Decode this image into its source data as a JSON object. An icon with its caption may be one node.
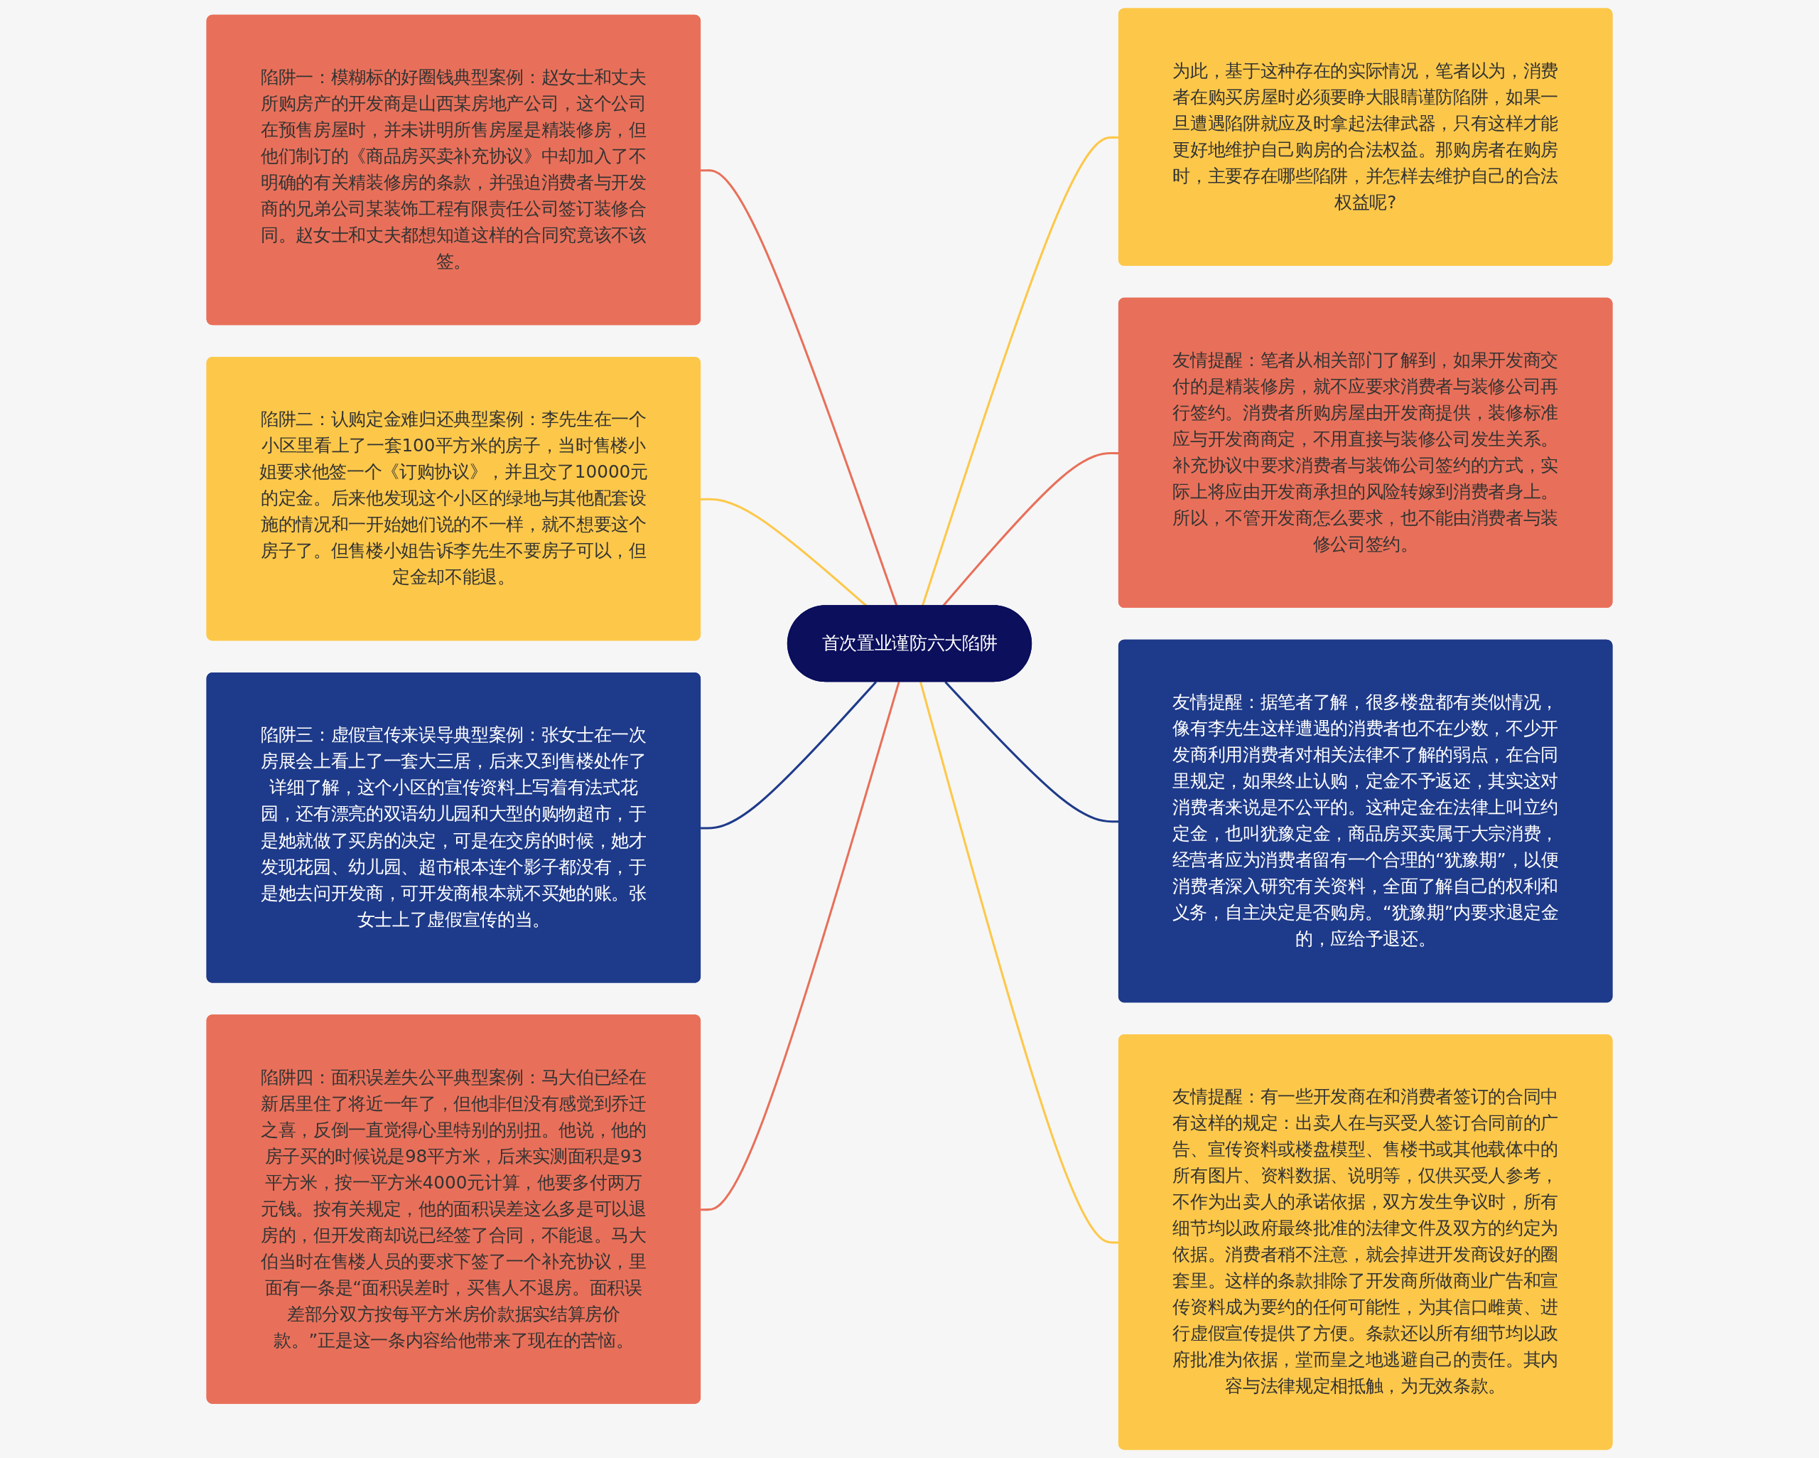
{
  "diagram": {
    "nodes": [
      {
        "text": [
          "首次置业谨防六大陷阱"
        ]
      },
      {
        "text": [
          "陷阱一：模糊标的好圈钱典型案例：赵女士和丈夫所购房产的开发商是山西某房地产公司，这个公司在预售房屋时，并未讲明所售房屋是精装修房，但他们制订的《商品房买卖补充协议》中却加入了不明确的有关精装修房的条款，并强迫消费者与开发商的兄弟公司某装饰工程有限责任公司签订装修合同。赵女士和丈夫都想知道这样的合同究竟该不该签。"
        ]
      },
      {
        "text": [
          "陷阱二：认购定金难归还典型案例：李先生在一个小区里看上了一套100平方米的房子，当时售楼小姐要求他签一个《订购协议》，并且交了10000元的定金。后来他发现这个小区的绿地与其他配套设施的情况和一开始她们说的不一样，就不想要这个房子了。但售楼小姐告诉李先生不要房子可以，但定金却不能退。"
        ]
      },
      {
        "text": [
          "陷阱三：虚假宣传来误导典型案例：张女士在一次房展会上看上了一套大三居，后来又到售楼处作了详细了解，这个小区的宣传资料上写着有法式花园，还有漂亮的双语幼儿园和大型的购物超市，于是她就做了买房的决定，可是在交房的时候，她才发现花园、幼儿园、超市根本连个影子都没有，于是她去问开发商，可开发商根本就不买她的账。张女士上了虚假宣传的当。"
        ]
      },
      {
        "text": [
          "陷阱四：面积误差失公平典型案例：马大伯已经在新居里住了将近一年了，但他非但没有感觉到乔迁之喜，反倒一直觉得心里特别的别扭。他说，他的房子买的时候说是98平方米，后来实测面积是93平方米，按一平方米4000元计算，他要多付两万元钱。按有关规定，他的面积误差这么多是可以退房的，但开发商却说已经签了合同，不能退。马大伯当时在售楼人员的要求下签了一个补充协议，里面有一条是“面积误差时，买售人不退房。面积误差部分双方按每平方米房价款据实结算房价款。”正是这一条内容给他带来了现在的苦恼。"
        ]
      },
      {
        "text": [
          "为此，基于这种存在的实际情况，笔者以为，消费者在购买房屋时必须要睁大眼睛谨防陷阱，如果一旦遭遇陷阱就应及时拿起法律武器，只有这样才能更好地维护自己购房的合法权益。那购房者在购房时，主要存在哪些陷阱，并怎样去维护自己的合法权益呢?"
        ]
      },
      {
        "text": [
          "友情提醒：笔者从相关部门了解到，如果开发商交付的是精装修房，就不应要求消费者与装修公司再行签约。消费者所购房屋由开发商提供，装修标准应与开发商商定，不用直接与装修公司发生关系。补充协议中要求消费者与装饰公司签约的方式，实际上将应由开发商承担的风险转嫁到消费者身上。所以，不管开发商怎么要求，也不能由消费者与装修公司签约。"
        ]
      },
      {
        "text": [
          "友情提醒：据笔者了解，很多楼盘都有类似情况，像有李先生这样遭遇的消费者也不在少数，不少开发商利用消费者对相关法律不了解的弱点，在合同里规定，如果终止认购，定金不予返还，其实这对消费者来说是不公平的。这种定金在法律上叫立约定金，也叫犹豫定金，商品房买卖属于大宗消费，经营者应为消费者留有一个合理的“犹豫期”，以便消费者深入研究有关资料，全面了解自己的权利和义务，自主决定是否购房。“犹豫期”内要求退定金的，应给予退还。"
        ]
      },
      {
        "text": [
          "友情提醒：有一些开发商在和消费者签订的合同中有这样的规定：出卖人在与买受人签订合同前的广告、宣传资料或楼盘模型、售楼书或其他载体中的所有图片、资料数据、说明等，仅供买受人参考，不作为出卖人的承诺依据，双方发生争议时，所有细节均以政府最终批准的法律文件及双方的约定为依据。消费者稍不注意，就会掉进开发商设好的圈套里。这样的条款排除了开发商所做商业广告和宣传资料成为要约的任何可能性，为其信口雌黄、进行虚假宣传提供了方便。条款还以所有细节均以政府批准为依据，堂而皇之地逃避自己的责任。其内容与法律规定相抵触，为无效条款。"
        ]
      }
    ],
    "edges": [
      {
        "from": 1,
        "to": 0,
        "arrow": "none",
        "color": "#e8705a"
      },
      {
        "from": 2,
        "to": 0,
        "arrow": "none",
        "color": "#fdc84a"
      },
      {
        "from": 3,
        "to": 0,
        "arrow": "none",
        "color": "#1e3a8a"
      },
      {
        "from": 4,
        "to": 0,
        "arrow": "none",
        "color": "#e8705a"
      },
      {
        "from": 0,
        "to": 5,
        "arrow": "none",
        "color": "#fdc84a"
      },
      {
        "from": 0,
        "to": 6,
        "arrow": "none",
        "color": "#e8705a"
      },
      {
        "from": 0,
        "to": 7,
        "arrow": "none",
        "color": "#1e3a8a"
      },
      {
        "from": 0,
        "to": 8,
        "arrow": "none",
        "color": "#fdc84a"
      }
    ]
  }
}
